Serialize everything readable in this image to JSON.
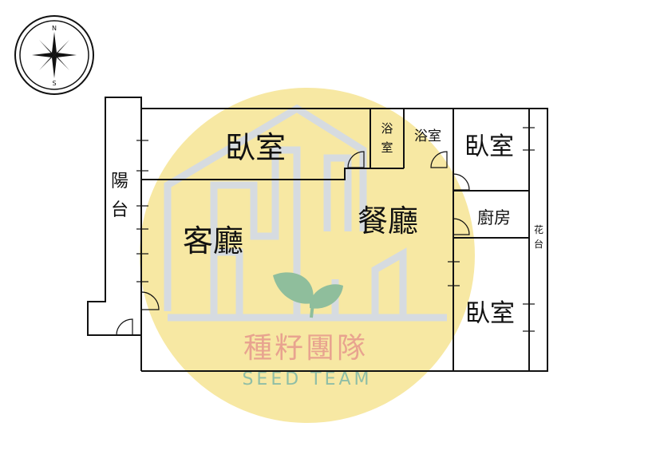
{
  "compass": {
    "north": "N",
    "south": "S"
  },
  "rooms": {
    "bedroom_top": "臥室",
    "bath_small": [
      "浴",
      "室"
    ],
    "bath": "浴室",
    "bedroom_right_top": "臥室",
    "balcony": [
      "陽",
      "台"
    ],
    "living_room": "客廳",
    "dining_room": "餐廳",
    "kitchen": "廚房",
    "planter": [
      "花",
      "台"
    ],
    "bedroom_right_bottom": "臥室"
  },
  "watermark": {
    "name_cn": "種籽團隊",
    "name_en": "SEED TEAM",
    "colors": {
      "circle": "#f7e7a0",
      "house_outline": "#d8dde0",
      "leaf": "#8fbe9c",
      "text_cn": "#e8a28f",
      "text_en": "#8fbea6"
    }
  },
  "colors": {
    "wall": "#111111",
    "text": "#111111"
  }
}
